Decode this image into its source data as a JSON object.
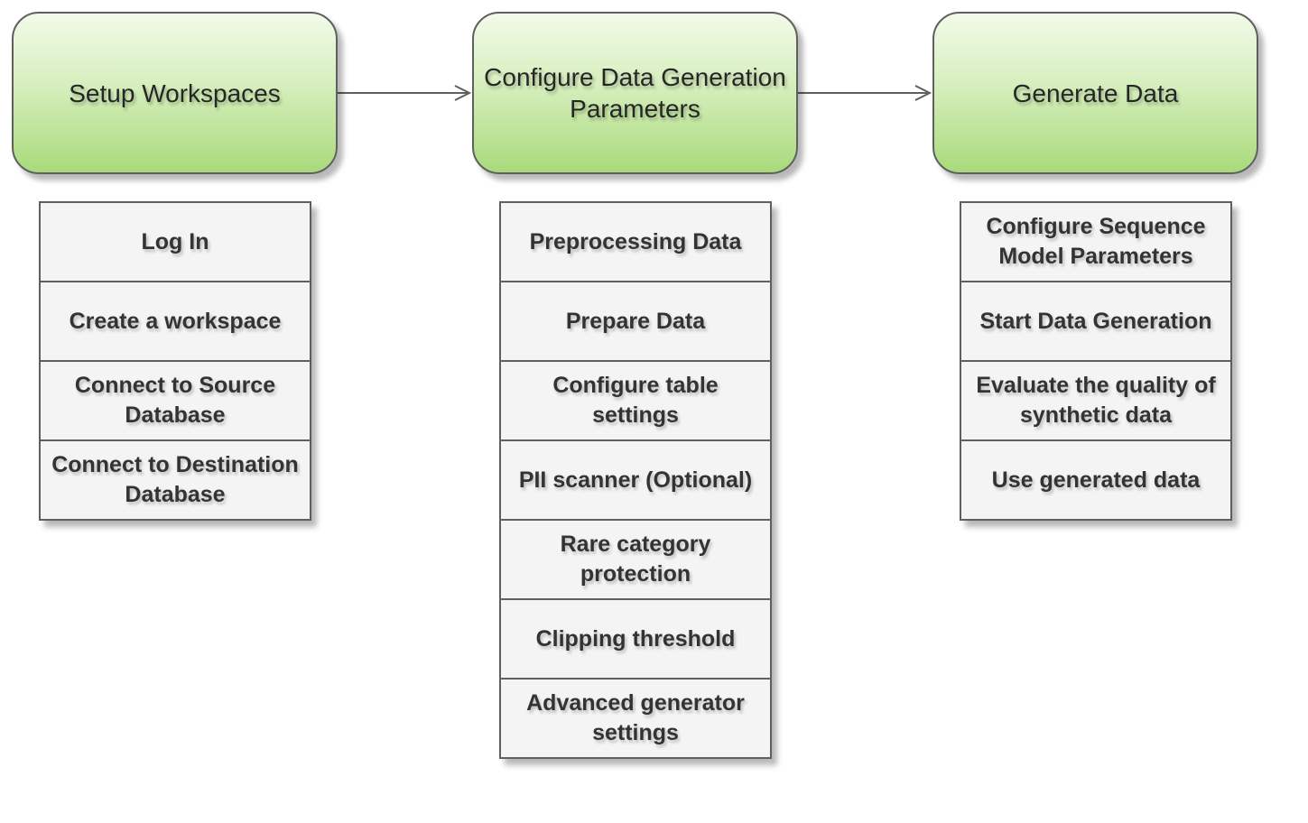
{
  "stages": [
    {
      "title": "Setup Workspaces",
      "steps": [
        "Log In",
        "Create a workspace",
        "Connect to Source Database",
        "Connect to Destination Database"
      ]
    },
    {
      "title": "Configure Data Generation Parameters",
      "steps": [
        "Preprocessing Data",
        "Prepare Data",
        "Configure table settings",
        "PII scanner (Optional)",
        "Rare category protection",
        "Clipping threshold",
        "Advanced generator settings"
      ]
    },
    {
      "title": "Generate Data",
      "steps": [
        "Configure Sequence Model Parameters",
        "Start Data Generation",
        "Evaluate the quality of synthetic data",
        "Use generated data"
      ]
    }
  ],
  "colors": {
    "stage_gradient_top": "#f2fae9",
    "stage_gradient_bottom": "#a9da7b",
    "border": "#5f5f5f",
    "step_fill": "#f4f4f4",
    "text": "#333333"
  },
  "connectors": [
    {
      "from": "Setup Workspaces",
      "to": "Configure Data Generation Parameters"
    },
    {
      "from": "Configure Data Generation Parameters",
      "to": "Generate Data"
    }
  ]
}
